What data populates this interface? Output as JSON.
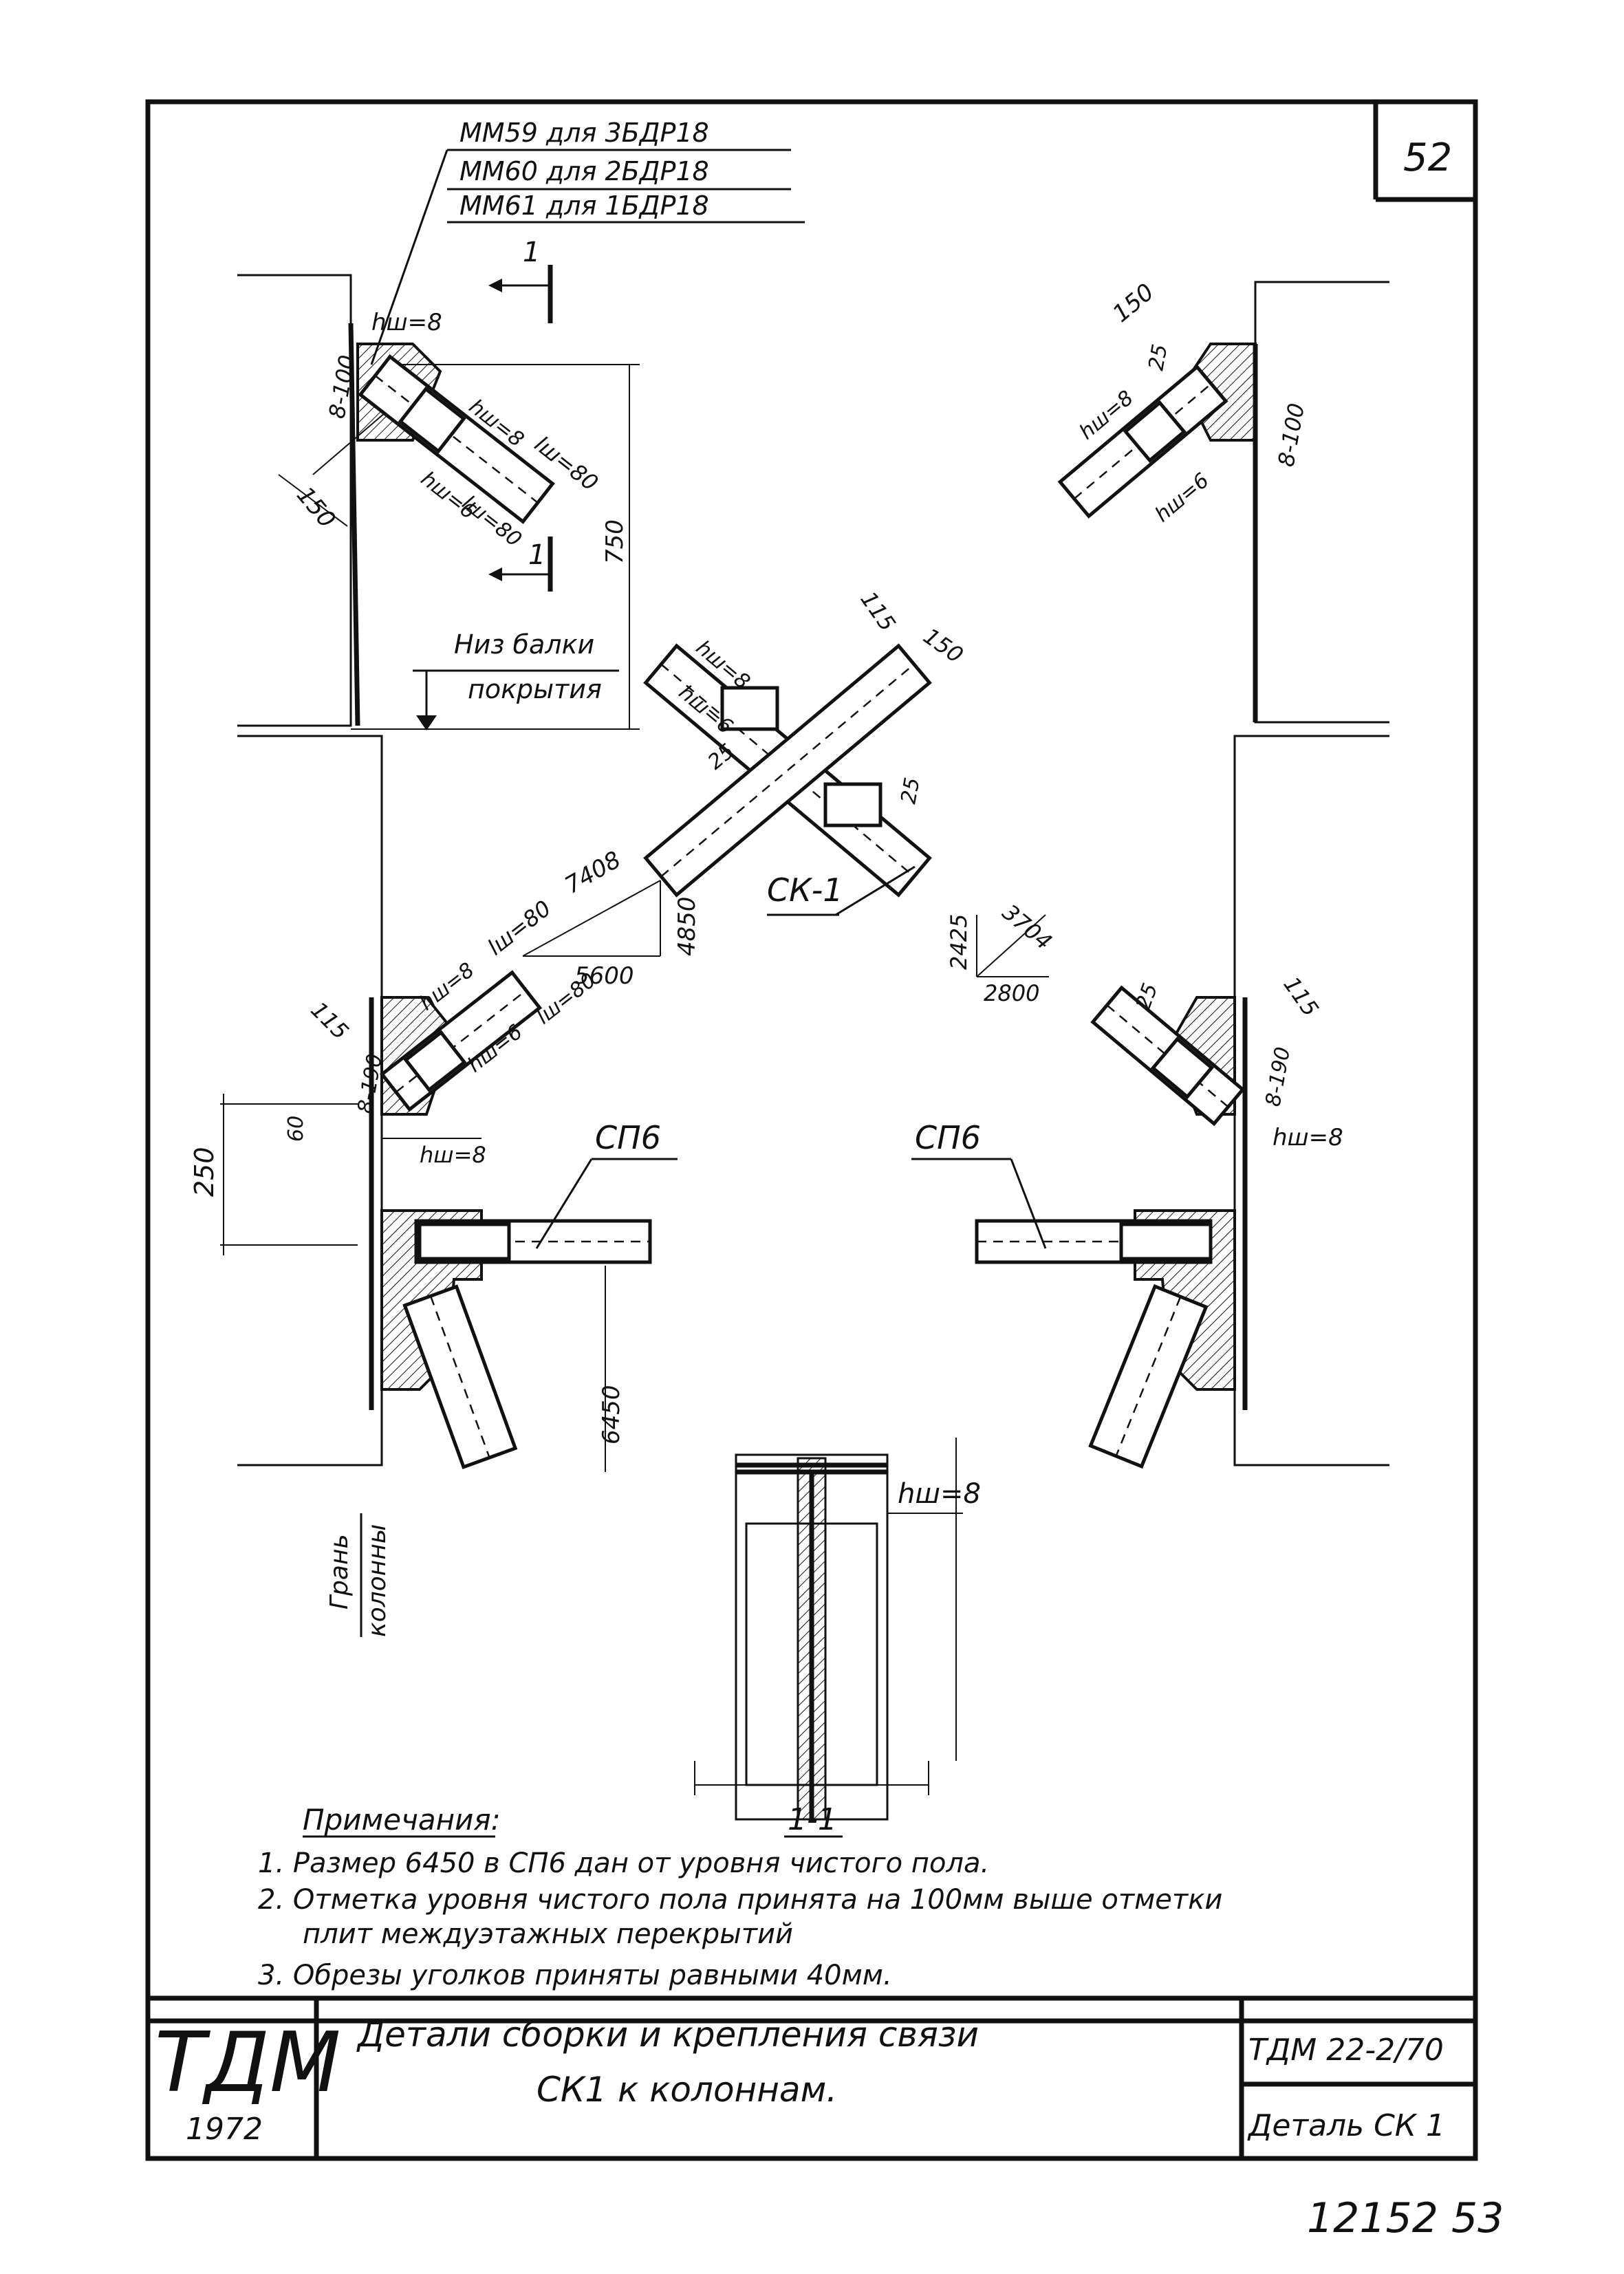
{
  "sheet_number": "52",
  "spec_lines": [
    "ММ59 для 3БДР18",
    "ММ60 для 2БДР18",
    "ММ61 для 1БДР18"
  ],
  "section_mark": "1",
  "beam_note_line1": "Низ балки",
  "beam_note_line2": "покрытия",
  "column_face_line1": "Грань",
  "column_face_line2": "колонны",
  "brace_mark": "СК-1",
  "strut_mark": "СП6",
  "section_label": "1-1",
  "dims": {
    "d150": "150",
    "d25": "25",
    "d115": "115",
    "d190": "8-190",
    "d100": "8-100",
    "d60": "60",
    "d250": "250",
    "d750": "750",
    "d6450": "6450",
    "d7408": "7408",
    "d4850": "4850",
    "d5600": "5600",
    "d3704": "3704",
    "d2425": "2425",
    "d2800": "2800"
  },
  "weld": {
    "h8": "hш=8",
    "h6": "hш=6",
    "l80": "lш=80",
    "h8b": "hш=8"
  },
  "notes": {
    "title": "Примечания:",
    "items": [
      "1. Размер 6450 в СП6 дан от уровня чистого пола.",
      "2. Отметка уровня чистого пола принята на 100мм выше отметки",
      "плит междуэтажных перекрытий",
      "3. Обрезы уголков приняты равными 40мм."
    ]
  },
  "title_block": {
    "logo": "ТДМ",
    "year": "1972",
    "title_line1": "Детали сборки и крепления связи",
    "title_line2": "СК1 к колоннам.",
    "code": "ТДМ 22-2/70",
    "detail": "Деталь СК 1"
  },
  "archive_number": "12152 53"
}
